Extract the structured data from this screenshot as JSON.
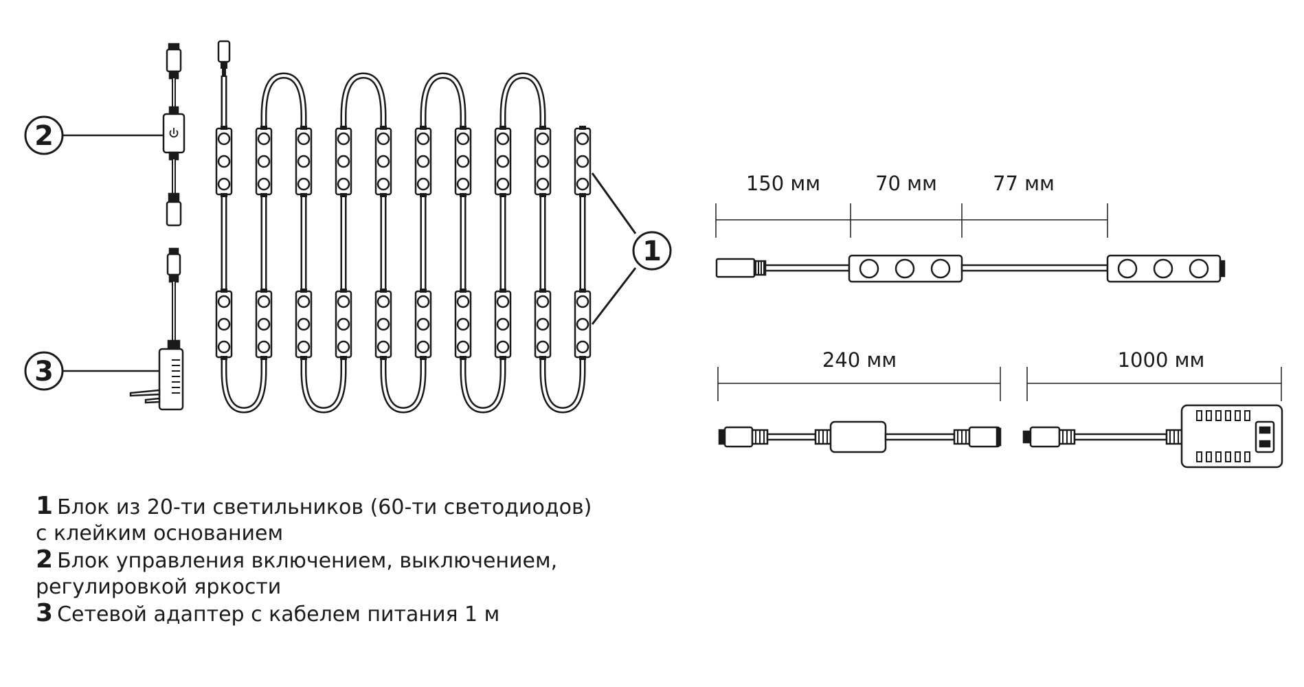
{
  "dimensions": {
    "d150": "150 мм",
    "d70": "70 мм",
    "d77": "77 мм",
    "d240": "240 мм",
    "d1000": "1000 мм"
  },
  "callouts": {
    "c1": "1",
    "c2": "2",
    "c3": "3"
  },
  "legend": [
    {
      "num": "1",
      "text": "Блок из 20-ти светильников (60-ти светодиодов)",
      "text2": "с клейким основанием"
    },
    {
      "num": "2",
      "text": "Блок управления включением, выключением,",
      "text2": "регулировкой яркости"
    },
    {
      "num": "3",
      "text": "Сетевой адаптер с кабелем питания 1 м"
    }
  ]
}
